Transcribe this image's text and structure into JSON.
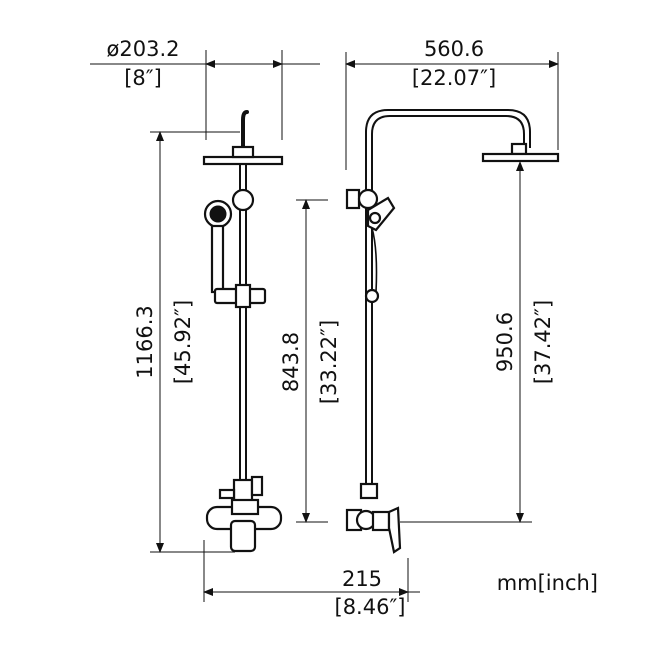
{
  "dimensions": {
    "showerhead_diameter": {
      "mm": "ø203.2",
      "inch": "[8″]"
    },
    "arm_reach": {
      "mm": "560.6",
      "inch": "[22.07″]"
    },
    "total_height": {
      "mm": "1166.3",
      "inch": "[45.92″]"
    },
    "slide_bar_height": {
      "mm": "843.8",
      "inch": "[33.22″]"
    },
    "head_to_outlet_height": {
      "mm": "950.6",
      "inch": "[37.42″]"
    },
    "mixer_width": {
      "mm": "215",
      "inch": "[8.46″]"
    }
  },
  "units_label": "mm[inch]"
}
